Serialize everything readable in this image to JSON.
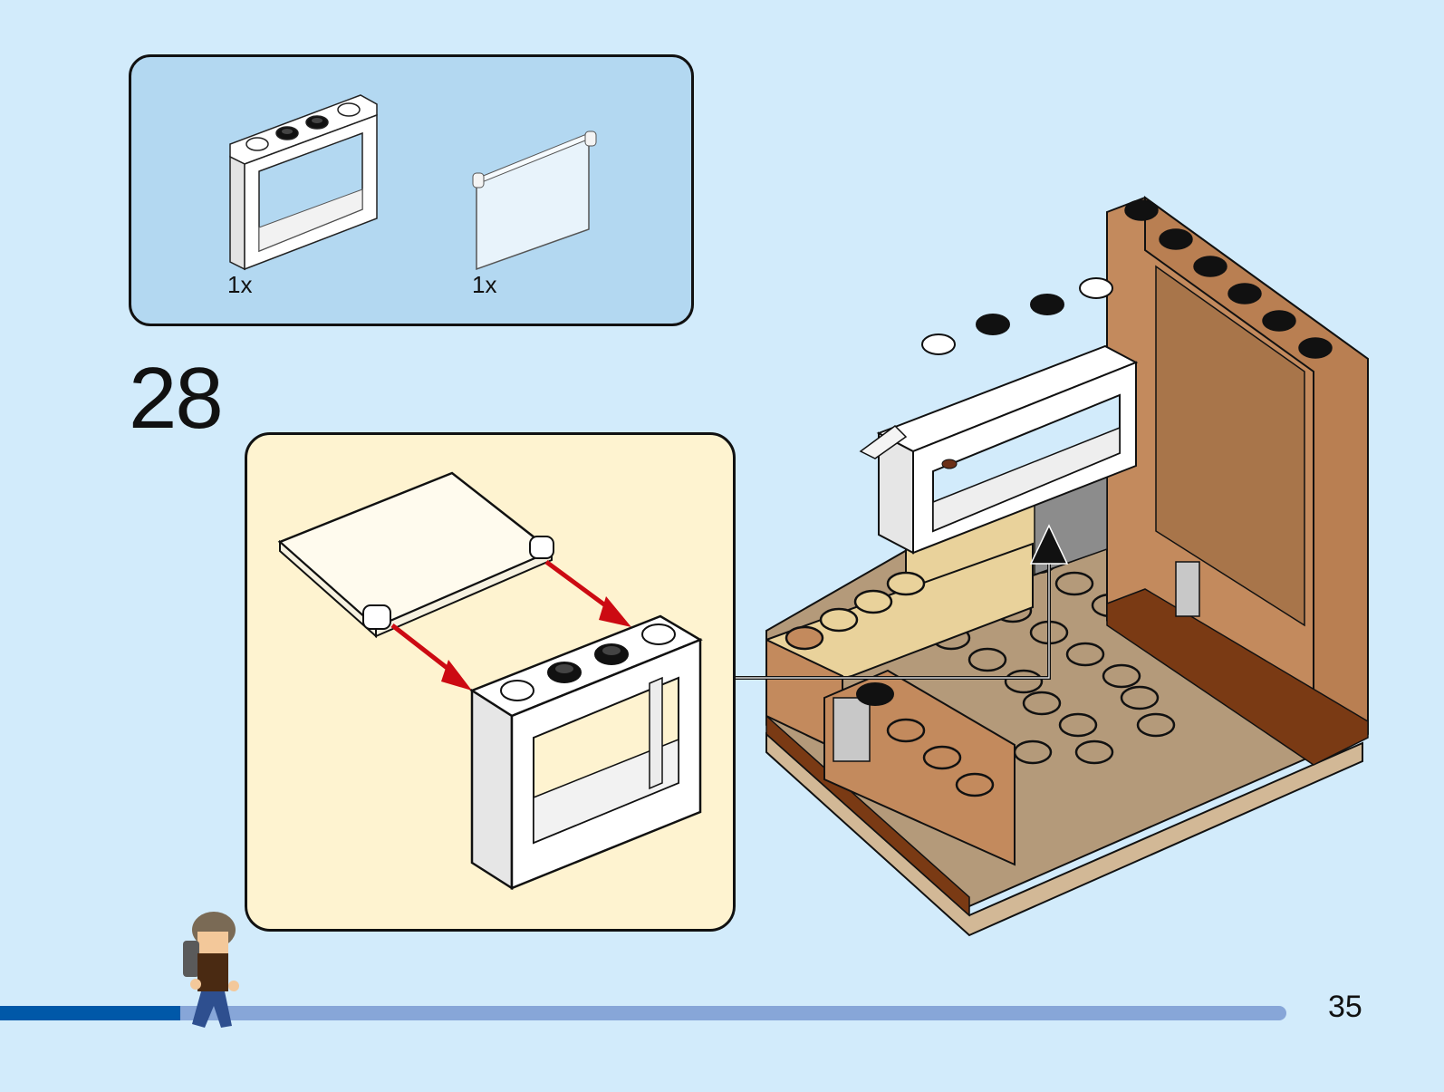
{
  "page": {
    "page_number": "35",
    "background_color": "#d2ebfb"
  },
  "parts_list": {
    "background_color": "#b3d8f1",
    "items": [
      {
        "part": "white-window-frame-1x4x3",
        "quantity": "1x",
        "color": "#ffffff"
      },
      {
        "part": "transparent-window-pane-hinged",
        "quantity": "1x",
        "color": "#e8f3fb"
      }
    ]
  },
  "step": {
    "number": "28",
    "callout_background": "#fef3d0",
    "arrow_color": "#cc0a12"
  },
  "model": {
    "colors": {
      "medium_nougat": "#c38a5d",
      "dark_brown": "#7a3a14",
      "tan": "#e9d29b",
      "dark_tan_floor": "#b49a7a",
      "gray": "#8c8c8c",
      "light_gray": "#c8c8c8"
    }
  },
  "progress": {
    "fraction": 0.14,
    "track_color": "#87a6d8",
    "fill_color": "#0058a8"
  }
}
